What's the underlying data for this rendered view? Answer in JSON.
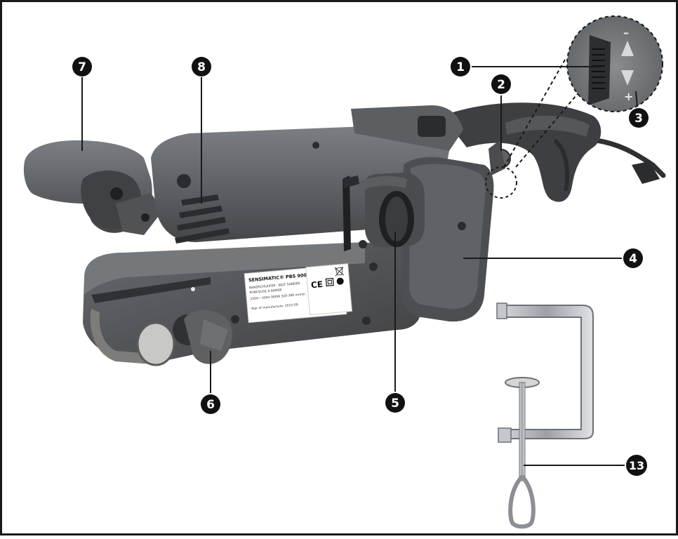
{
  "figure": {
    "callouts": [
      {
        "id": "c1",
        "label": "1"
      },
      {
        "id": "c2",
        "label": "2"
      },
      {
        "id": "c3",
        "label": "3"
      },
      {
        "id": "c4",
        "label": "4"
      },
      {
        "id": "c5",
        "label": "5"
      },
      {
        "id": "c6",
        "label": "6"
      },
      {
        "id": "c7",
        "label": "7"
      },
      {
        "id": "c8",
        "label": "8"
      },
      {
        "id": "c13",
        "label": "13"
      }
    ],
    "rating_plate": {
      "brand_model": "SENSIMATIC® PBS 900 B2",
      "line1": "BANDSCHLEIFER · BELT SANDER",
      "line2": "PONCEUSE À BANDE",
      "line3": "230V~ 50Hz 900W  320-380 m/min",
      "line4": "Year of manufacture: 2015-09",
      "ce_mark": "CE"
    },
    "speed_dial": {
      "minus": "–",
      "plus": "+"
    }
  },
  "colors": {
    "frame": "#1a1a1a",
    "body_dark": "#4a4d50",
    "body_mid": "#6b6e71",
    "body_light": "#8e9194",
    "clamp": "#b9bcc0",
    "badge": "#111111"
  }
}
